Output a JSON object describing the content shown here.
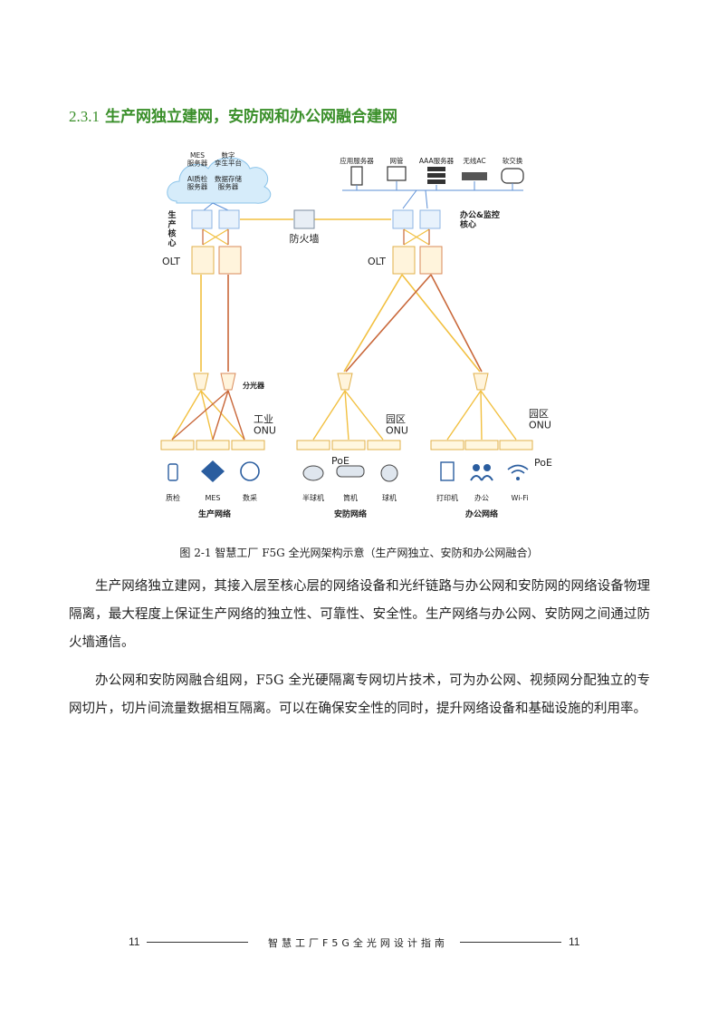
{
  "heading": {
    "number": "2.3.1",
    "text": "生产网独立建网，安防网和办公网融合建网"
  },
  "figure": {
    "cloud": {
      "mes": "MES\n服务器",
      "twin": "数字\n孪生平台",
      "ai": "AI质检\n服务器",
      "storage": "数据存储\n服务器"
    },
    "servers": [
      {
        "label": "应用服务器",
        "icon": "server-icon"
      },
      {
        "label": "网管",
        "icon": "monitor-icon"
      },
      {
        "label": "AAA服务器",
        "icon": "server-stack-icon"
      },
      {
        "label": "无线AC",
        "icon": "wireless-controller-icon"
      },
      {
        "label": "软交换",
        "icon": "softswitch-icon"
      }
    ],
    "left_core": "生\n产\n核\n心",
    "right_core": "办公&监控\n核心",
    "firewall": "防火墙",
    "olt_left": "OLT",
    "olt_right": "OLT",
    "splitter": "分光器",
    "onu_industrial": "工业\nONU",
    "onu_park1": "园区\nONU",
    "onu_park2": "园区\nONU",
    "poe1": "PoE",
    "poe2": "PoE",
    "devices": [
      {
        "label": "质检",
        "icon": "inspection-icon"
      },
      {
        "label": "MES",
        "icon": "mes-icon"
      },
      {
        "label": "数采",
        "icon": "data-collection-icon"
      },
      {
        "label": "半球机",
        "icon": "dome-camera-icon"
      },
      {
        "label": "筒机",
        "icon": "bullet-camera-icon"
      },
      {
        "label": "球机",
        "icon": "ptz-camera-icon"
      },
      {
        "label": "打印机",
        "icon": "printer-icon"
      },
      {
        "label": "办公",
        "icon": "office-users-icon"
      },
      {
        "label": "Wi-Fi",
        "icon": "wifi-icon"
      }
    ],
    "groups": [
      "生产网络",
      "安防网络",
      "办公网络"
    ],
    "colors": {
      "yellow_link": "#f2c040",
      "brown_link": "#c9683a",
      "blue_line": "#5b8fd6",
      "cloud": "#bfe0f5"
    }
  },
  "caption": "图 2-1  智慧工厂 F5G 全光网架构示意（生产网独立、安防和办公网融合）",
  "paragraphs": [
    "生产网络独立建网，其接入层至核心层的网络设备和光纤链路与办公网和安防网的网络设备物理隔离，最大程度上保证生产网络的独立性、可靠性、安全性。生产网络与办公网、安防网之间通过防火墙通信。",
    "办公网和安防网融合组网，F5G 全光硬隔离专网切片技术，可为办公网、视频网分配独立的专网切片，切片间流量数据相互隔离。可以在确保安全性的同时，提升网络设备和基础设施的利用率。"
  ],
  "footer": {
    "page_left": "11",
    "page_right": "11",
    "title": "智慧工厂F5G全光网设计指南"
  }
}
